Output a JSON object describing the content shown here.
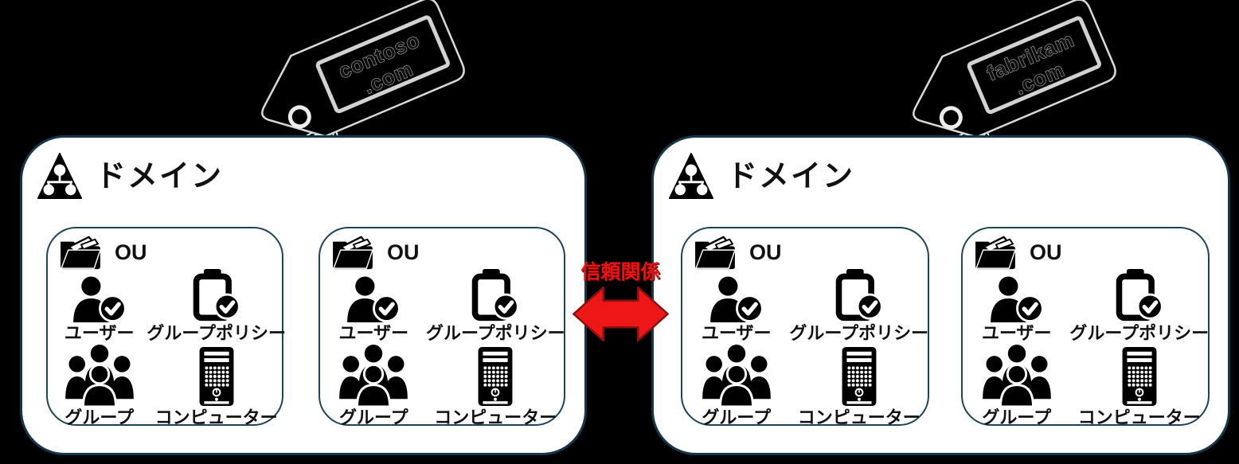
{
  "colors": {
    "canvas_bg": "#000000",
    "domain_border": "#16364a",
    "ou_border": "#1d4557",
    "trust_red": "#e81313",
    "arrow_fill": "#ee1717",
    "icon_black": "#000000"
  },
  "trust": {
    "label": "信頼関係",
    "arrow_icon": "double-headed-arrow-icon"
  },
  "tags": [
    {
      "name": "contoso.com",
      "line1": "contoso",
      "line2": ".com",
      "icon": "price-tag-icon"
    },
    {
      "name": "fabrikam.com",
      "line1": "fabrikam",
      "line2": ".com",
      "icon": "price-tag-icon"
    }
  ],
  "domains": [
    {
      "title": "ドメイン",
      "tag": "contoso.com",
      "icon": "domain-triangle-icon",
      "ous": [
        {
          "label": "OU",
          "icon": "folder-icon",
          "items": [
            {
              "label": "ユーザー",
              "icon": "user-check-icon"
            },
            {
              "label": "グループポリシー",
              "icon": "clipboard-check-icon"
            },
            {
              "label": "グループ",
              "icon": "group-icon"
            },
            {
              "label": "コンピューター",
              "icon": "computer-icon"
            }
          ]
        },
        {
          "label": "OU",
          "icon": "folder-icon",
          "items": [
            {
              "label": "ユーザー",
              "icon": "user-check-icon"
            },
            {
              "label": "グループポリシー",
              "icon": "clipboard-check-icon"
            },
            {
              "label": "グループ",
              "icon": "group-icon"
            },
            {
              "label": "コンピューター",
              "icon": "computer-icon"
            }
          ]
        }
      ]
    },
    {
      "title": "ドメイン",
      "tag": "fabrikam.com",
      "icon": "domain-triangle-icon",
      "ous": [
        {
          "label": "OU",
          "icon": "folder-icon",
          "items": [
            {
              "label": "ユーザー",
              "icon": "user-check-icon"
            },
            {
              "label": "グループポリシー",
              "icon": "clipboard-check-icon"
            },
            {
              "label": "グループ",
              "icon": "group-icon"
            },
            {
              "label": "コンピューター",
              "icon": "computer-icon"
            }
          ]
        },
        {
          "label": "OU",
          "icon": "folder-icon",
          "items": [
            {
              "label": "ユーザー",
              "icon": "user-check-icon"
            },
            {
              "label": "グループポリシー",
              "icon": "clipboard-check-icon"
            },
            {
              "label": "グループ",
              "icon": "group-icon"
            },
            {
              "label": "コンピューター",
              "icon": "computer-icon"
            }
          ]
        }
      ]
    }
  ]
}
